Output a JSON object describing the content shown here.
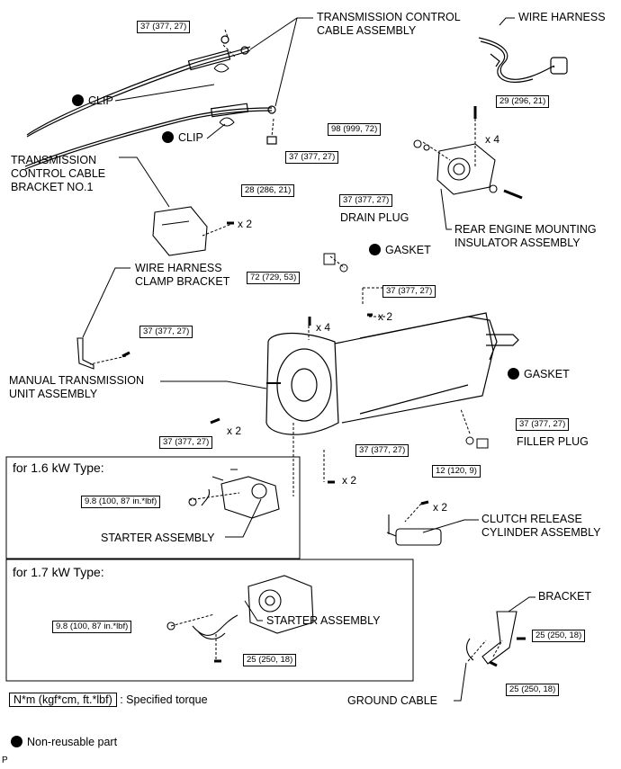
{
  "labels": {
    "tcca": [
      "TRANSMISSION CONTROL",
      "CABLE ASSEMBLY"
    ],
    "wire_harness": "WIRE HARNESS",
    "clip": "CLIP",
    "tccb": [
      "TRANSMISSION",
      "CONTROL CABLE",
      "BRACKET NO.1"
    ],
    "drain_plug": "DRAIN PLUG",
    "gasket": "GASKET",
    "remi": [
      "REAR ENGINE MOUNTING",
      "INSULATOR ASSEMBLY"
    ],
    "whcb": [
      "WIRE HARNESS",
      "CLAMP BRACKET"
    ],
    "mtua": [
      "MANUAL TRANSMISSION",
      "UNIT ASSEMBLY"
    ],
    "filler_plug": "FILLER PLUG",
    "starter": "STARTER ASSEMBLY",
    "crca": [
      "CLUTCH RELEASE",
      "CYLINDER ASSEMBLY"
    ],
    "bracket": "BRACKET",
    "ground_cable": "GROUND CABLE"
  },
  "torques": {
    "t37": "37 (377, 27)",
    "t29": "29 (296, 21)",
    "t98": "98 (999, 72)",
    "t28": "28 (286, 21)",
    "t72": "72 (729, 53)",
    "t12": "12 (120, 9)",
    "t98s1": "9.8 (100, 87 in.*lbf)",
    "t98s2": "9.8 (100, 87 in.*lbf)",
    "t25": "25 (250, 18)"
  },
  "multipliers": {
    "x4": "x 4",
    "x2": "x 2"
  },
  "sections": {
    "s16": "for 1.6 kW Type:",
    "s17": "for 1.7 kW Type:"
  },
  "legend": {
    "torque_box": "N*m (kgf*cm, ft.*lbf)",
    "torque_desc": ": Specified torque",
    "nonreusable": "Non-reusable part"
  },
  "code": "P"
}
